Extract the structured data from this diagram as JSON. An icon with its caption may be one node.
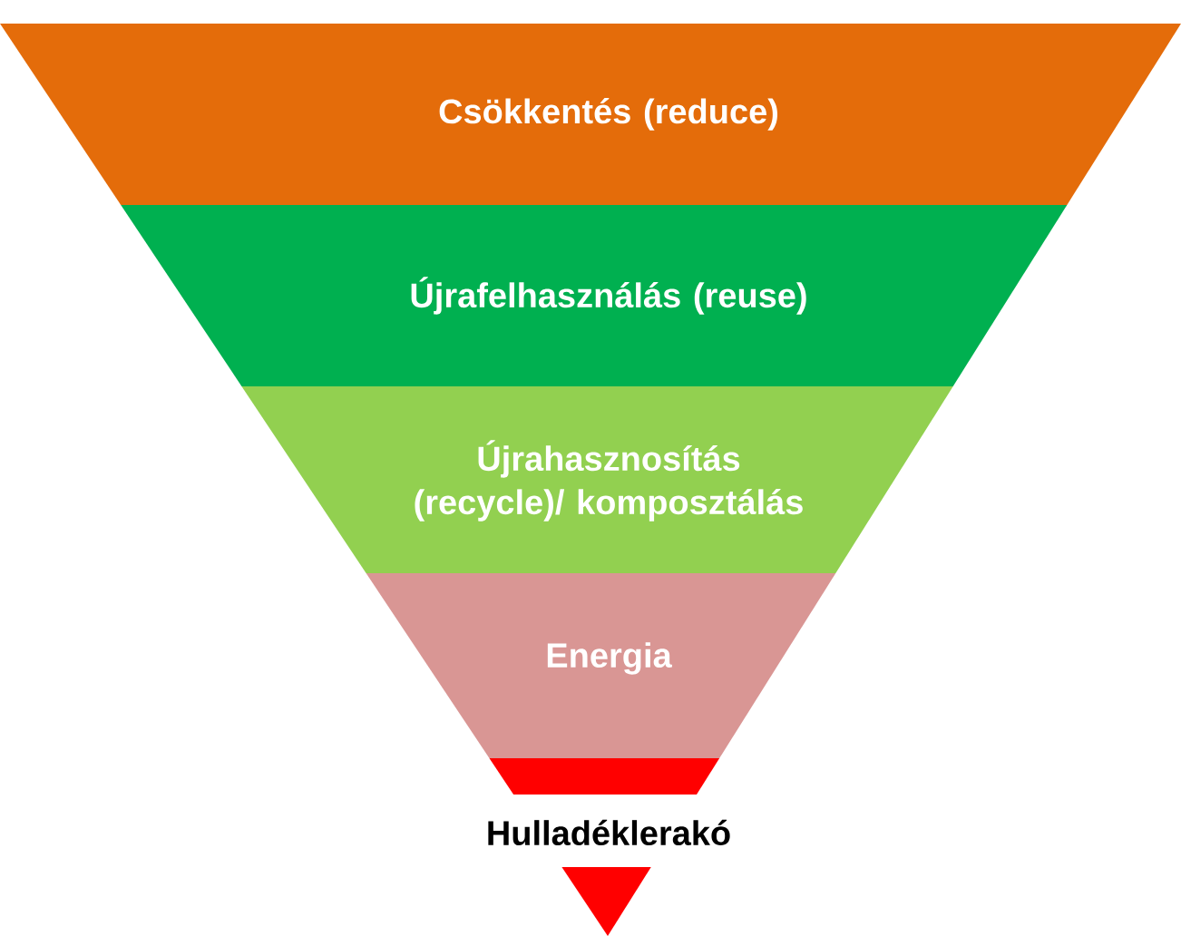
{
  "diagram": {
    "nodes": [
      {
        "text": [
          "Csökkentés (reduce)"
        ]
      },
      {
        "text": [
          "Újrafelhasználás (reuse)"
        ]
      },
      {
        "text": [
          "Újrahasznosítás (recycle)/ komposztálás"
        ]
      },
      {
        "text": [
          "Energia"
        ]
      },
      {
        "text": [
          "Hulladéklerakó"
        ]
      }
    ]
  }
}
